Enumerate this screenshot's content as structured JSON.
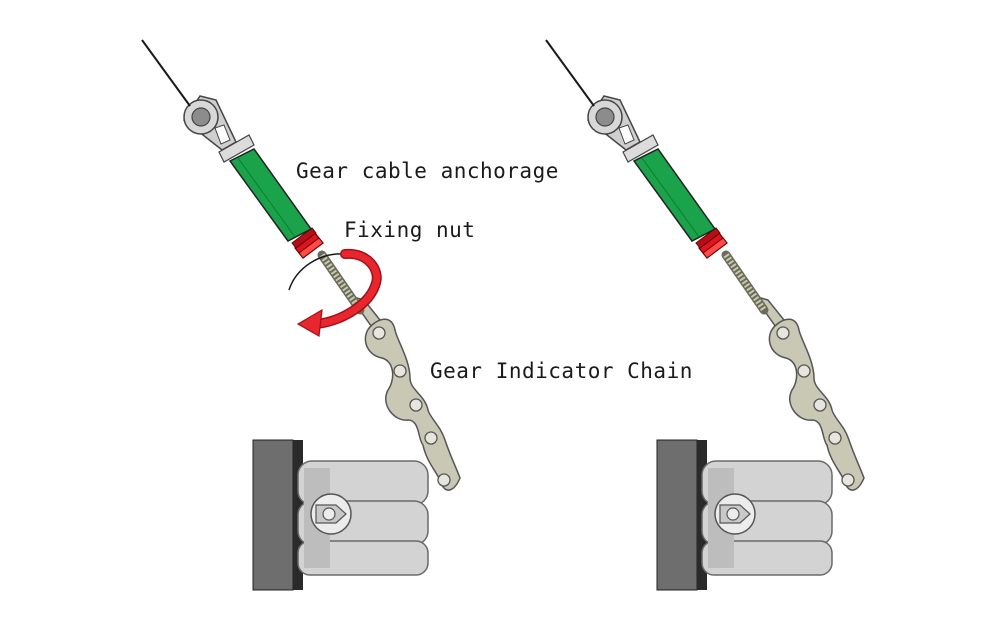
{
  "labels": {
    "gear_cable_anchorage": "Gear cable anchorage",
    "fixing_nut": "Fixing nut",
    "gear_indicator_chain": "Gear Indicator Chain"
  },
  "colors": {
    "cable_sleeve": "#1aa34a",
    "fixing_nut": "#e0141e",
    "rotation_arrow": "#e8262e",
    "chain_plate": "#c8c8b4",
    "hub_body": "#d3d3d3",
    "hub_flange": "#6e6e6e",
    "hub_flange_dark": "#2a2a2a",
    "bolt": "#c8c8c8"
  },
  "icons": {
    "rotation": "curved-arrow-icon"
  }
}
